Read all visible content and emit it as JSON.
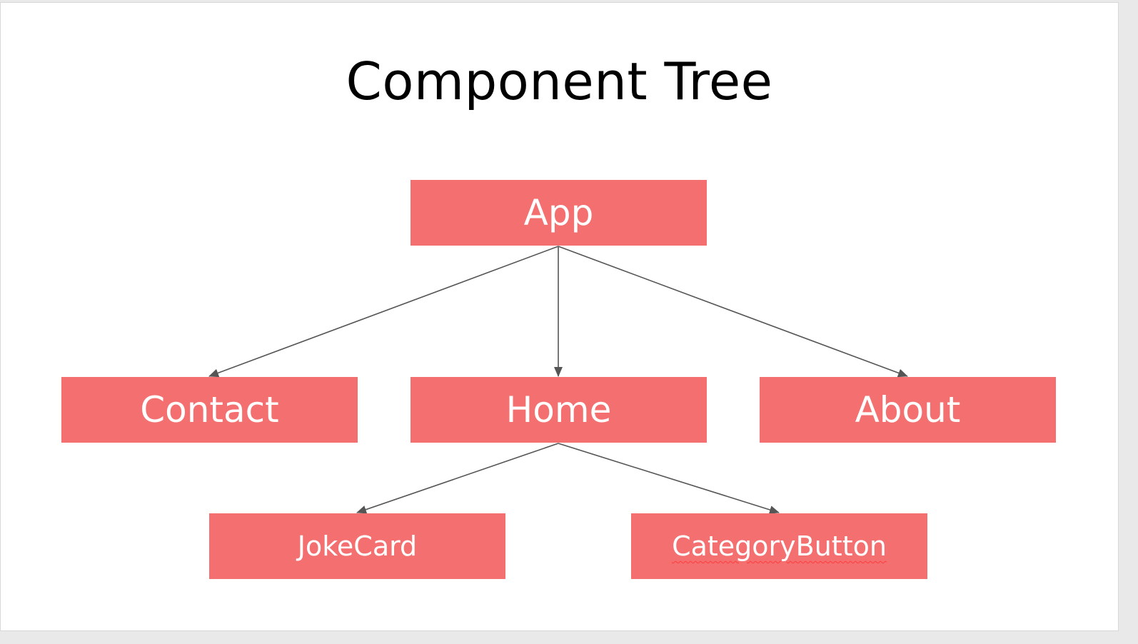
{
  "title": "Component Tree",
  "colors": {
    "node_fill": "#f46f70",
    "node_text": "#ffffff",
    "edge": "#555555",
    "background": "#ffffff"
  },
  "nodes": {
    "app": {
      "label": "App"
    },
    "contact": {
      "label": "Contact"
    },
    "home": {
      "label": "Home"
    },
    "about": {
      "label": "About"
    },
    "jokecard": {
      "label": "JokeCard"
    },
    "categorybutton": {
      "label": "CategoryButton"
    }
  },
  "edges": [
    {
      "from": "app",
      "to": "contact"
    },
    {
      "from": "app",
      "to": "home"
    },
    {
      "from": "app",
      "to": "about"
    },
    {
      "from": "home",
      "to": "jokecard"
    },
    {
      "from": "home",
      "to": "categorybutton"
    }
  ]
}
